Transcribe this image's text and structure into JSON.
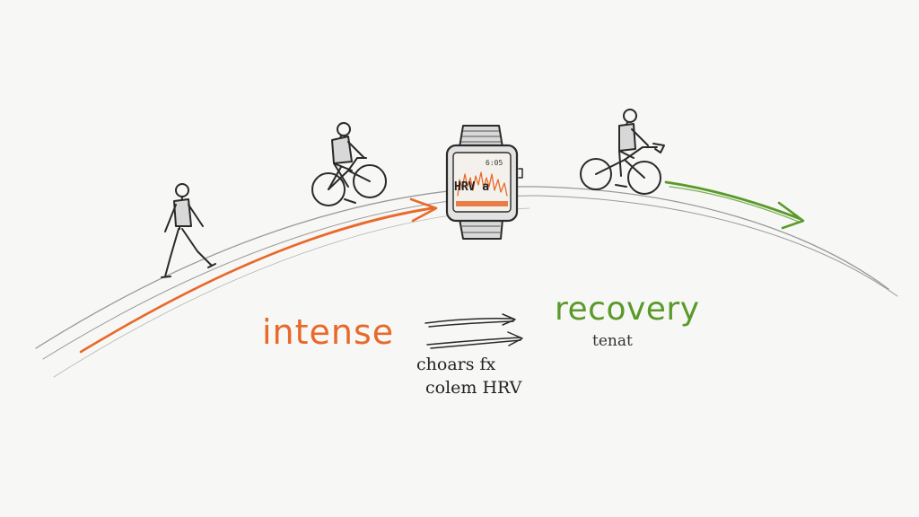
{
  "labels": {
    "intense": "intense",
    "recovery": "recovery",
    "recovery_sub": "tenat",
    "note_line1": "choars fx",
    "note_line2": "colem HRV"
  },
  "watch": {
    "screen_text": "HRV a",
    "small_readout": "6:05"
  },
  "colors": {
    "intense": "#e8692a",
    "recovery": "#5a9a2a",
    "ink": "#2a2a2a",
    "curve": "#9a9a9a"
  },
  "icons": [
    "walking-person-icon",
    "cyclist-icon",
    "smartwatch-icon",
    "cyclist-icon"
  ]
}
